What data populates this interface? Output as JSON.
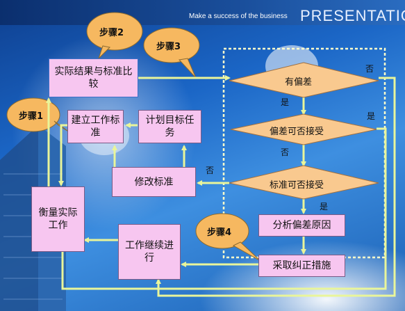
{
  "header": {
    "tagline": "Make a success of the business",
    "title": "PRESENTATION"
  },
  "steps": {
    "step1": "步骤1",
    "step2": "步骤2",
    "step3": "步骤3",
    "step4": "步骤4"
  },
  "boxes": {
    "compare": "实际结果与标准比较",
    "establish": "建立工作标准",
    "plan": "计划目标任务",
    "modify": "修改标准",
    "measure": "衡量实际工作",
    "continue": "工作继续进行",
    "analyze": "分析偏差原因",
    "correct": "采取纠正措施"
  },
  "decisions": {
    "deviation": "有偏差",
    "acceptable": "偏差可否接受",
    "standard_ok": "标准可否接受"
  },
  "edge_labels": {
    "yes1": "是",
    "no1": "否",
    "no2": "否",
    "yes2": "是",
    "no3": "否",
    "yes3": "是"
  },
  "colors": {
    "box_fill": "#f7c6f0",
    "diamond_fill": "#f9c98f",
    "arrow": "#e9f59a",
    "bubble": "#f6b860"
  }
}
